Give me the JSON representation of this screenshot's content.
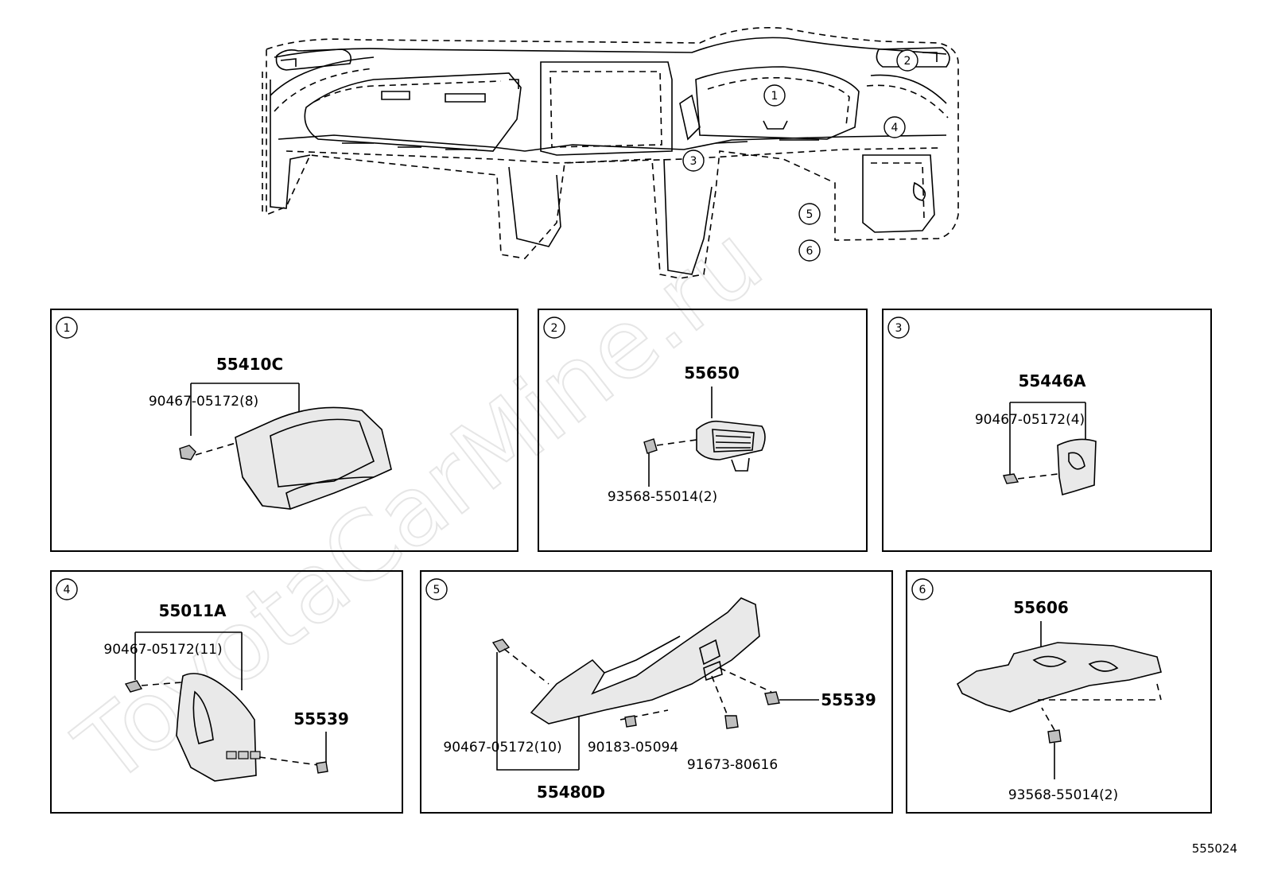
{
  "watermark": "ToyotaCarMine.ru",
  "figure_id": "555024",
  "overview": {
    "callouts": [
      "1",
      "2",
      "3",
      "4",
      "5",
      "6"
    ]
  },
  "panels": [
    {
      "ref": "1",
      "assembly": "55410C",
      "parts": [
        "90467-05172(8)"
      ]
    },
    {
      "ref": "2",
      "assembly": "55650",
      "parts": [
        "93568-55014(2)"
      ]
    },
    {
      "ref": "3",
      "assembly": "55446A",
      "parts": [
        "90467-05172(4)"
      ]
    },
    {
      "ref": "4",
      "assembly": "55011A",
      "parts": [
        "90467-05172(11)",
        "55539"
      ]
    },
    {
      "ref": "5",
      "assembly": "55480D",
      "parts": [
        "90467-05172(10)",
        "90183-05094",
        "91673-80616",
        "55539"
      ]
    },
    {
      "ref": "6",
      "assembly": "55606",
      "parts": [
        "93568-55014(2)"
      ]
    }
  ]
}
